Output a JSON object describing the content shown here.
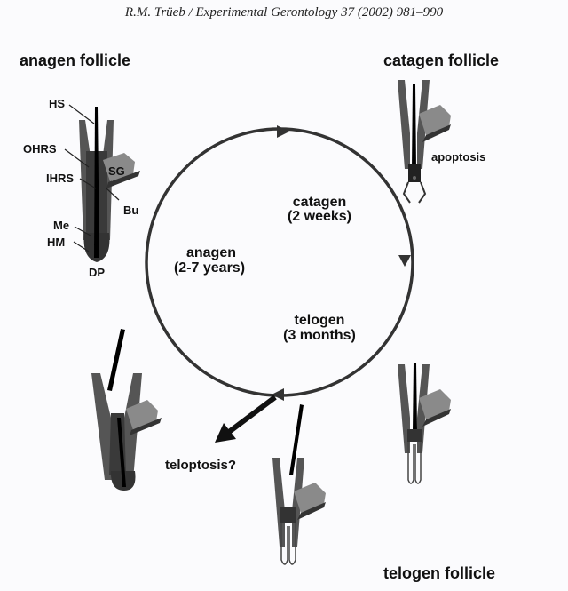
{
  "header": "R.M. Trüeb / Experimental Gerontology 37 (2002) 981–990",
  "titles": {
    "anagen_follicle": "anagen follicle",
    "catagen_follicle": "catagen follicle",
    "telogen_follicle": "telogen follicle"
  },
  "labels": {
    "hs": "HS",
    "ohrs": "OHRS",
    "ihrs": "IHRS",
    "sg": "SG",
    "bu": "Bu",
    "me": "Me",
    "hm": "HM",
    "dp": "DP",
    "apoptosis": "apoptosis",
    "teloptosis": "teloptosis?"
  },
  "phases": {
    "anagen": "anagen",
    "anagen_dur": "(2-7 years)",
    "catagen": "catagen",
    "catagen_dur": "(2 weeks)",
    "telogen": "telogen",
    "telogen_dur": "(3 months)"
  }
}
